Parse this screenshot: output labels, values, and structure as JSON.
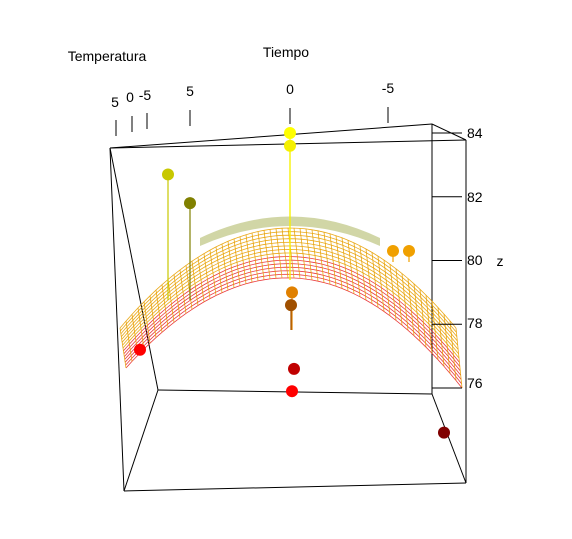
{
  "chart_data": {
    "type": "scatter3d-surface",
    "axes": {
      "x_label": "Tiempo",
      "y_label": "Temperatura",
      "z_label": "z",
      "x_ticks": [
        "5",
        "0",
        "-5"
      ],
      "y_ticks": [
        "5",
        "0",
        "-5"
      ],
      "z_ticks": [
        "84",
        "82",
        "80",
        "78",
        "76"
      ],
      "z_range": [
        74,
        84
      ]
    },
    "colors": {
      "low": "#ff0000",
      "high": "#ffff00",
      "mesh_front": "#e8a000",
      "mesh_back": "#e8232a",
      "box": "#000000"
    },
    "points": [
      {
        "z": 84.0,
        "color": "#ffff00"
      },
      {
        "z": 83.6,
        "color": "#f5f000"
      },
      {
        "z": 82.7,
        "color": "#c8c800"
      },
      {
        "z": 81.8,
        "color": "#808000"
      },
      {
        "z": 80.3,
        "color": "#f0a000"
      },
      {
        "z": 80.3,
        "color": "#f0a000"
      },
      {
        "z": 79.0,
        "color": "#e08000"
      },
      {
        "z": 78.6,
        "color": "#a05000"
      },
      {
        "z": 77.2,
        "color": "#ff0000"
      },
      {
        "z": 76.6,
        "color": "#c00000"
      },
      {
        "z": 75.9,
        "color": "#ff0000"
      },
      {
        "z": 74.6,
        "color": "#800000"
      }
    ]
  }
}
